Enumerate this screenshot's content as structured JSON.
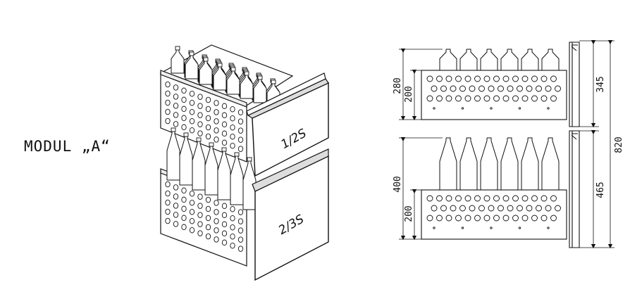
{
  "title": "MODUL „A“",
  "drawers": [
    {
      "label": "1/2S"
    },
    {
      "label": "2/3S"
    }
  ],
  "dimensions": {
    "top_inner_height": "280",
    "top_basket_height": "200",
    "top_front_height": "345",
    "bottom_inner_height": "400",
    "bottom_basket_height": "200",
    "bottom_front_height": "465",
    "total_height": "820"
  },
  "bottles_per_drawer_side": 6
}
